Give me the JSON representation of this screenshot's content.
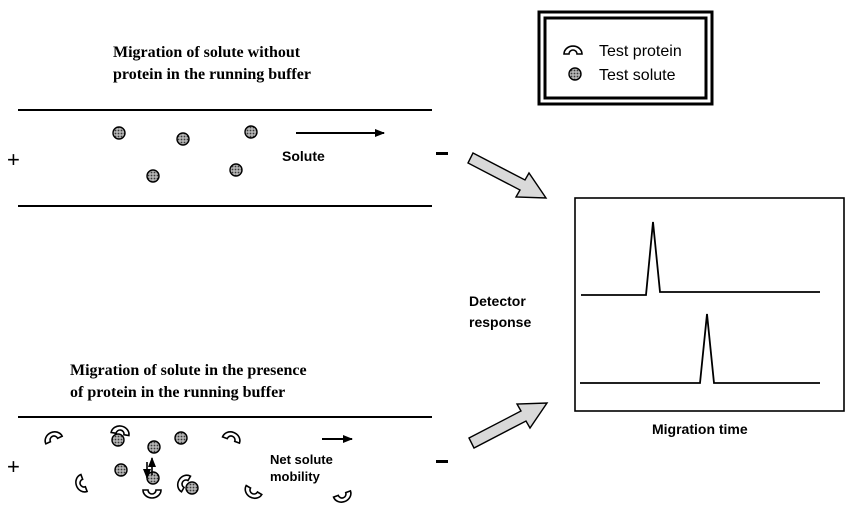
{
  "legend": {
    "protein_label": "Test protein",
    "solute_label": "Test solute",
    "protein_icon": "test-protein-icon",
    "solute_icon": "test-solute-icon"
  },
  "top_panel": {
    "title_line1": "Migration of solute without",
    "title_line2": "protein in the running buffer",
    "anode": "+",
    "cathode": "-",
    "arrow_label": "Solute"
  },
  "bottom_panel": {
    "title_line1": "Migration of solute in the presence",
    "title_line2": "of protein in the running buffer",
    "anode": "+",
    "cathode": "-",
    "arrow_label_line1": "Net solute",
    "arrow_label_line2": "mobility"
  },
  "graph": {
    "ylabel_line1": "Detector",
    "ylabel_line2": "response",
    "xlabel": "Migration time"
  },
  "colors": {
    "line": "#000000",
    "solute_fill": "#8c8c8c",
    "pointer_arrow_fill": "#d9d9d9"
  }
}
